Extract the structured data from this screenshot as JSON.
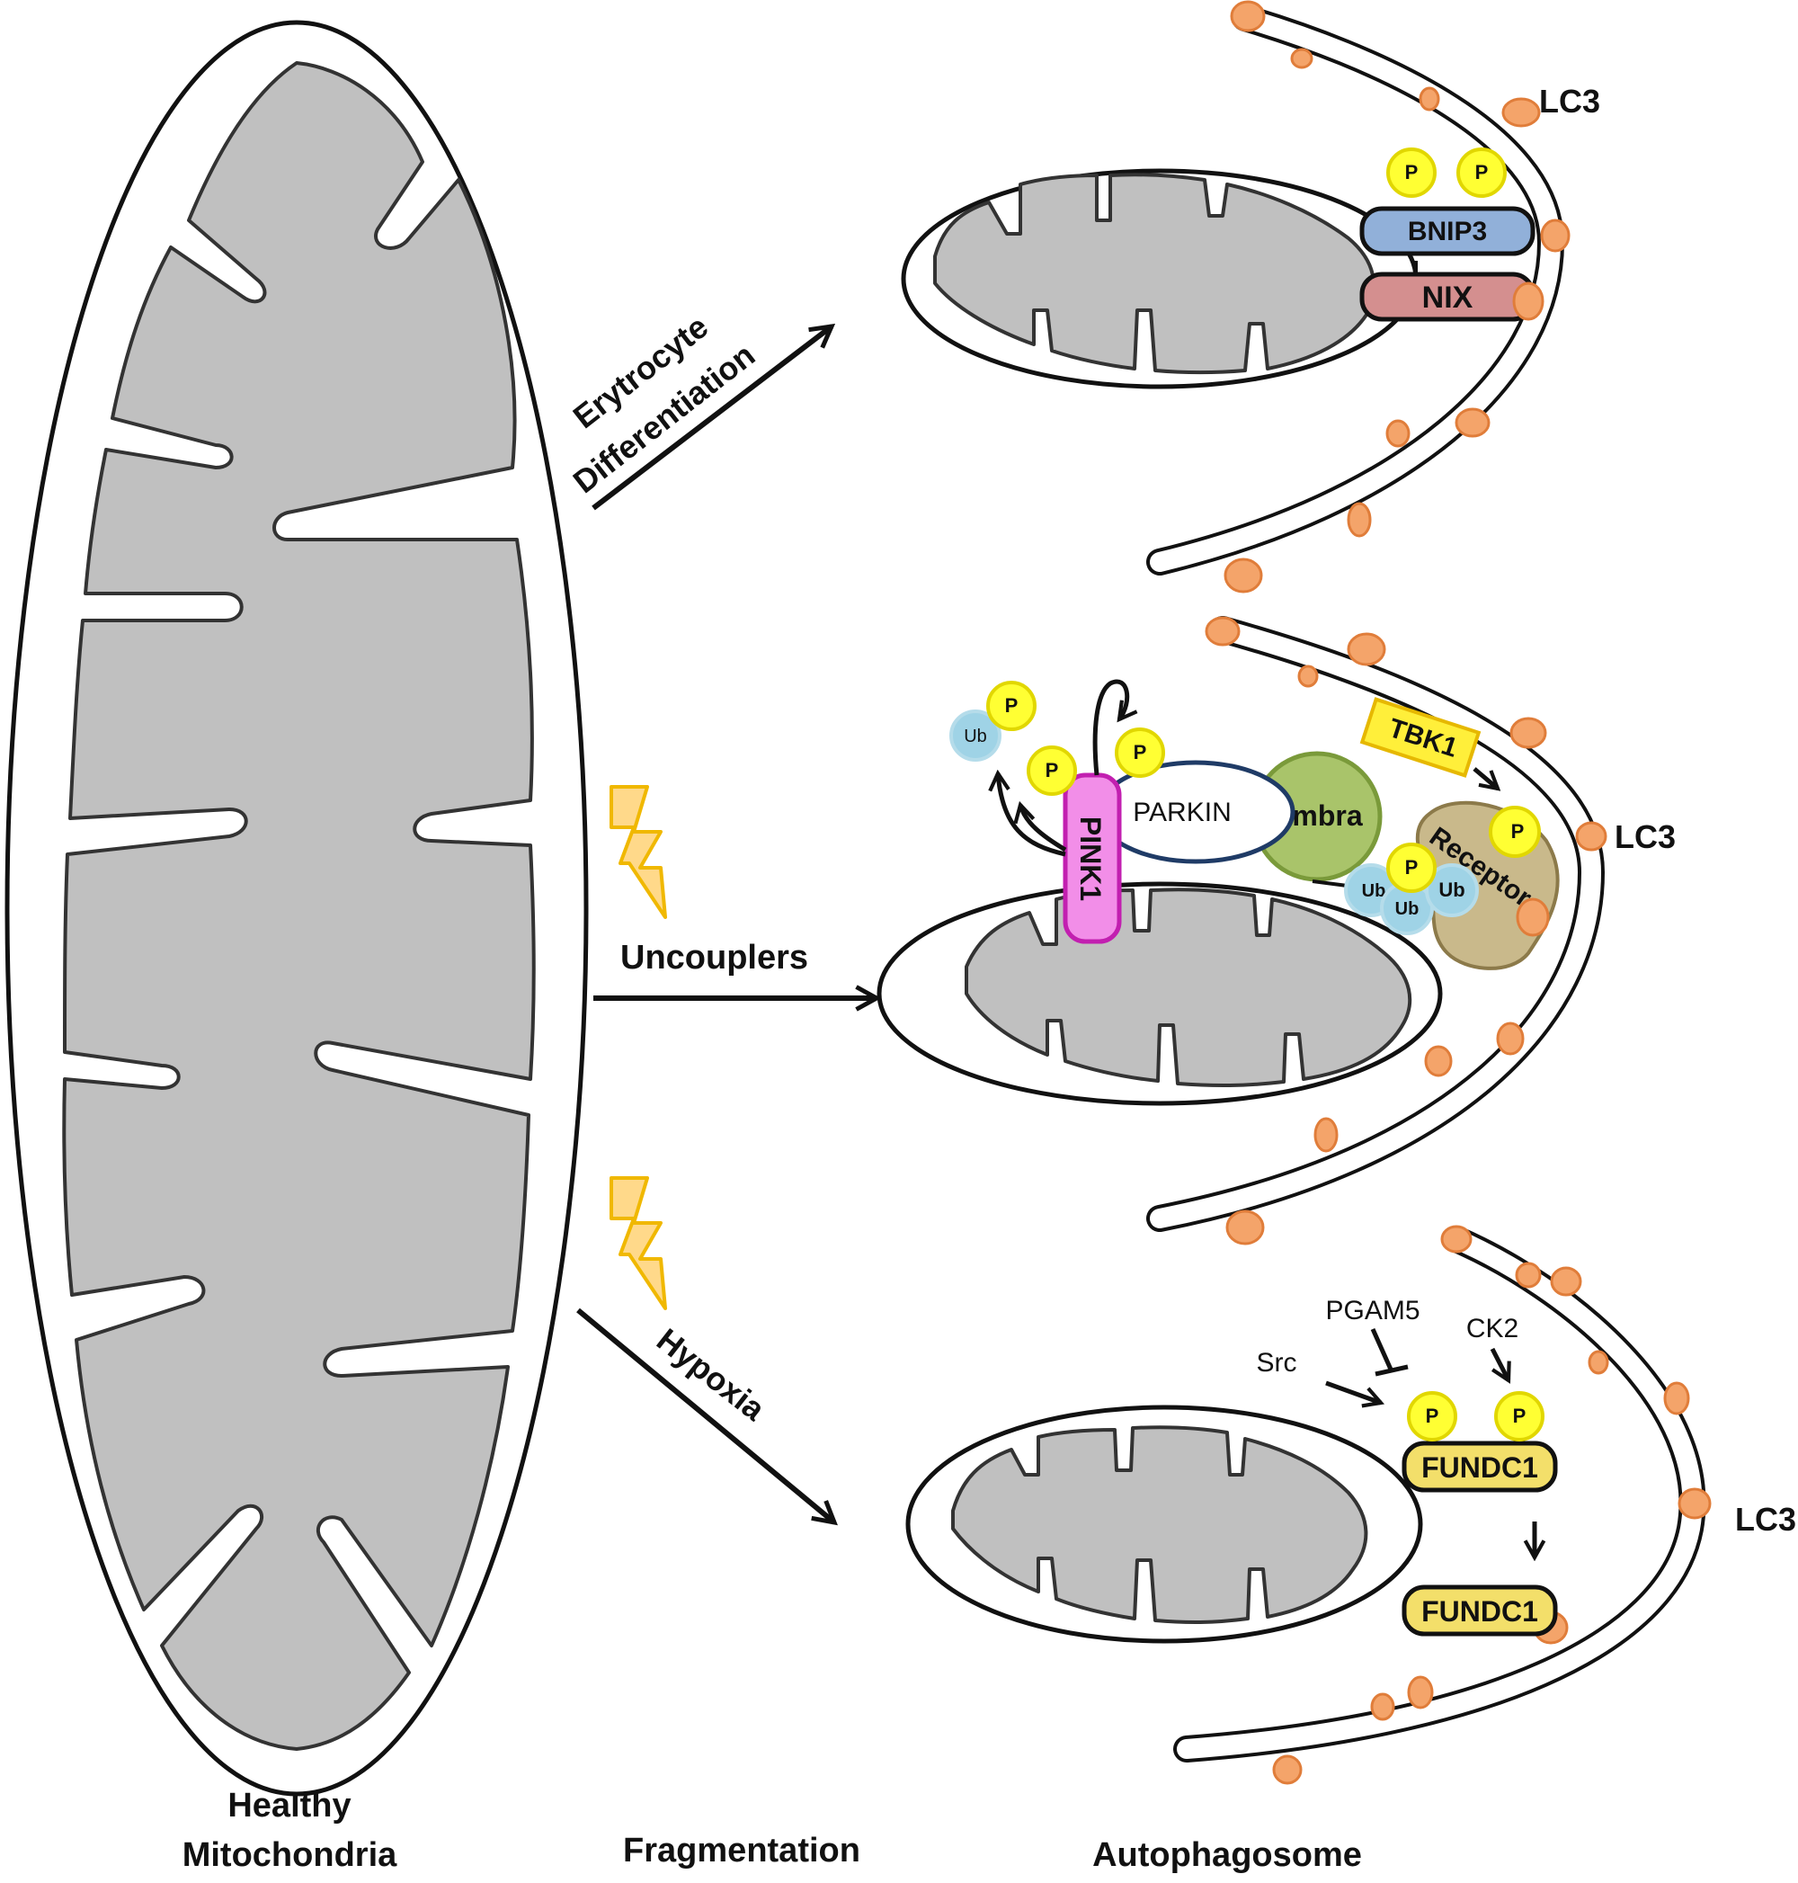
{
  "colors": {
    "matrix": "#c0c0c0",
    "membrane": "#111111",
    "lc3": "#f4a46a",
    "lc3_stroke": "#e07d3a",
    "phospho": "#ffff33",
    "phospho_stroke": "#e1d700",
    "ubiquitin": "#9fd3e6",
    "bnip3": "#91b0d9",
    "nix": "#d48f8f",
    "pink1": "#f28ee8",
    "pink1_stroke": "#c21fb0",
    "parkin_stroke": "#1f3b66",
    "ambra": "#a9c46a",
    "ambra_stroke": "#7a9a3a",
    "tbk1": "#ffef3a",
    "tbk1_stroke": "#e6b800",
    "fundc1": "#f3df6a",
    "receptor": "#c9b98b",
    "lightning": "#ffd98a",
    "lightning_stroke": "#f0b800"
  },
  "labels": {
    "healthy_line1": "Healthy",
    "healthy_line2": "Mitochondria",
    "fragmentation": "Fragmentation",
    "autophagosome": "Autophagosome",
    "erythro_line1": "Erytrocyte",
    "erythro_line2": "Differentiation",
    "uncouplers": "Uncouplers",
    "hypoxia": "Hypoxia"
  },
  "top": {
    "lc3": "LC3",
    "p": "P",
    "bnip3": "BNIP3",
    "nix": "NIX"
  },
  "middle": {
    "lc3": "LC3",
    "p": "P",
    "ub": "Ub",
    "ub_partial": "Ub",
    "pink1": "PINK1",
    "parkin": "PARKIN",
    "ambra": "Ambra",
    "tbk1": "TBK1",
    "receptor": "Receptor"
  },
  "bottom": {
    "lc3": "LC3",
    "p": "P",
    "pgam5": "PGAM5",
    "ck2": "CK2",
    "src": "Src",
    "fundc1": "FUNDC1"
  }
}
